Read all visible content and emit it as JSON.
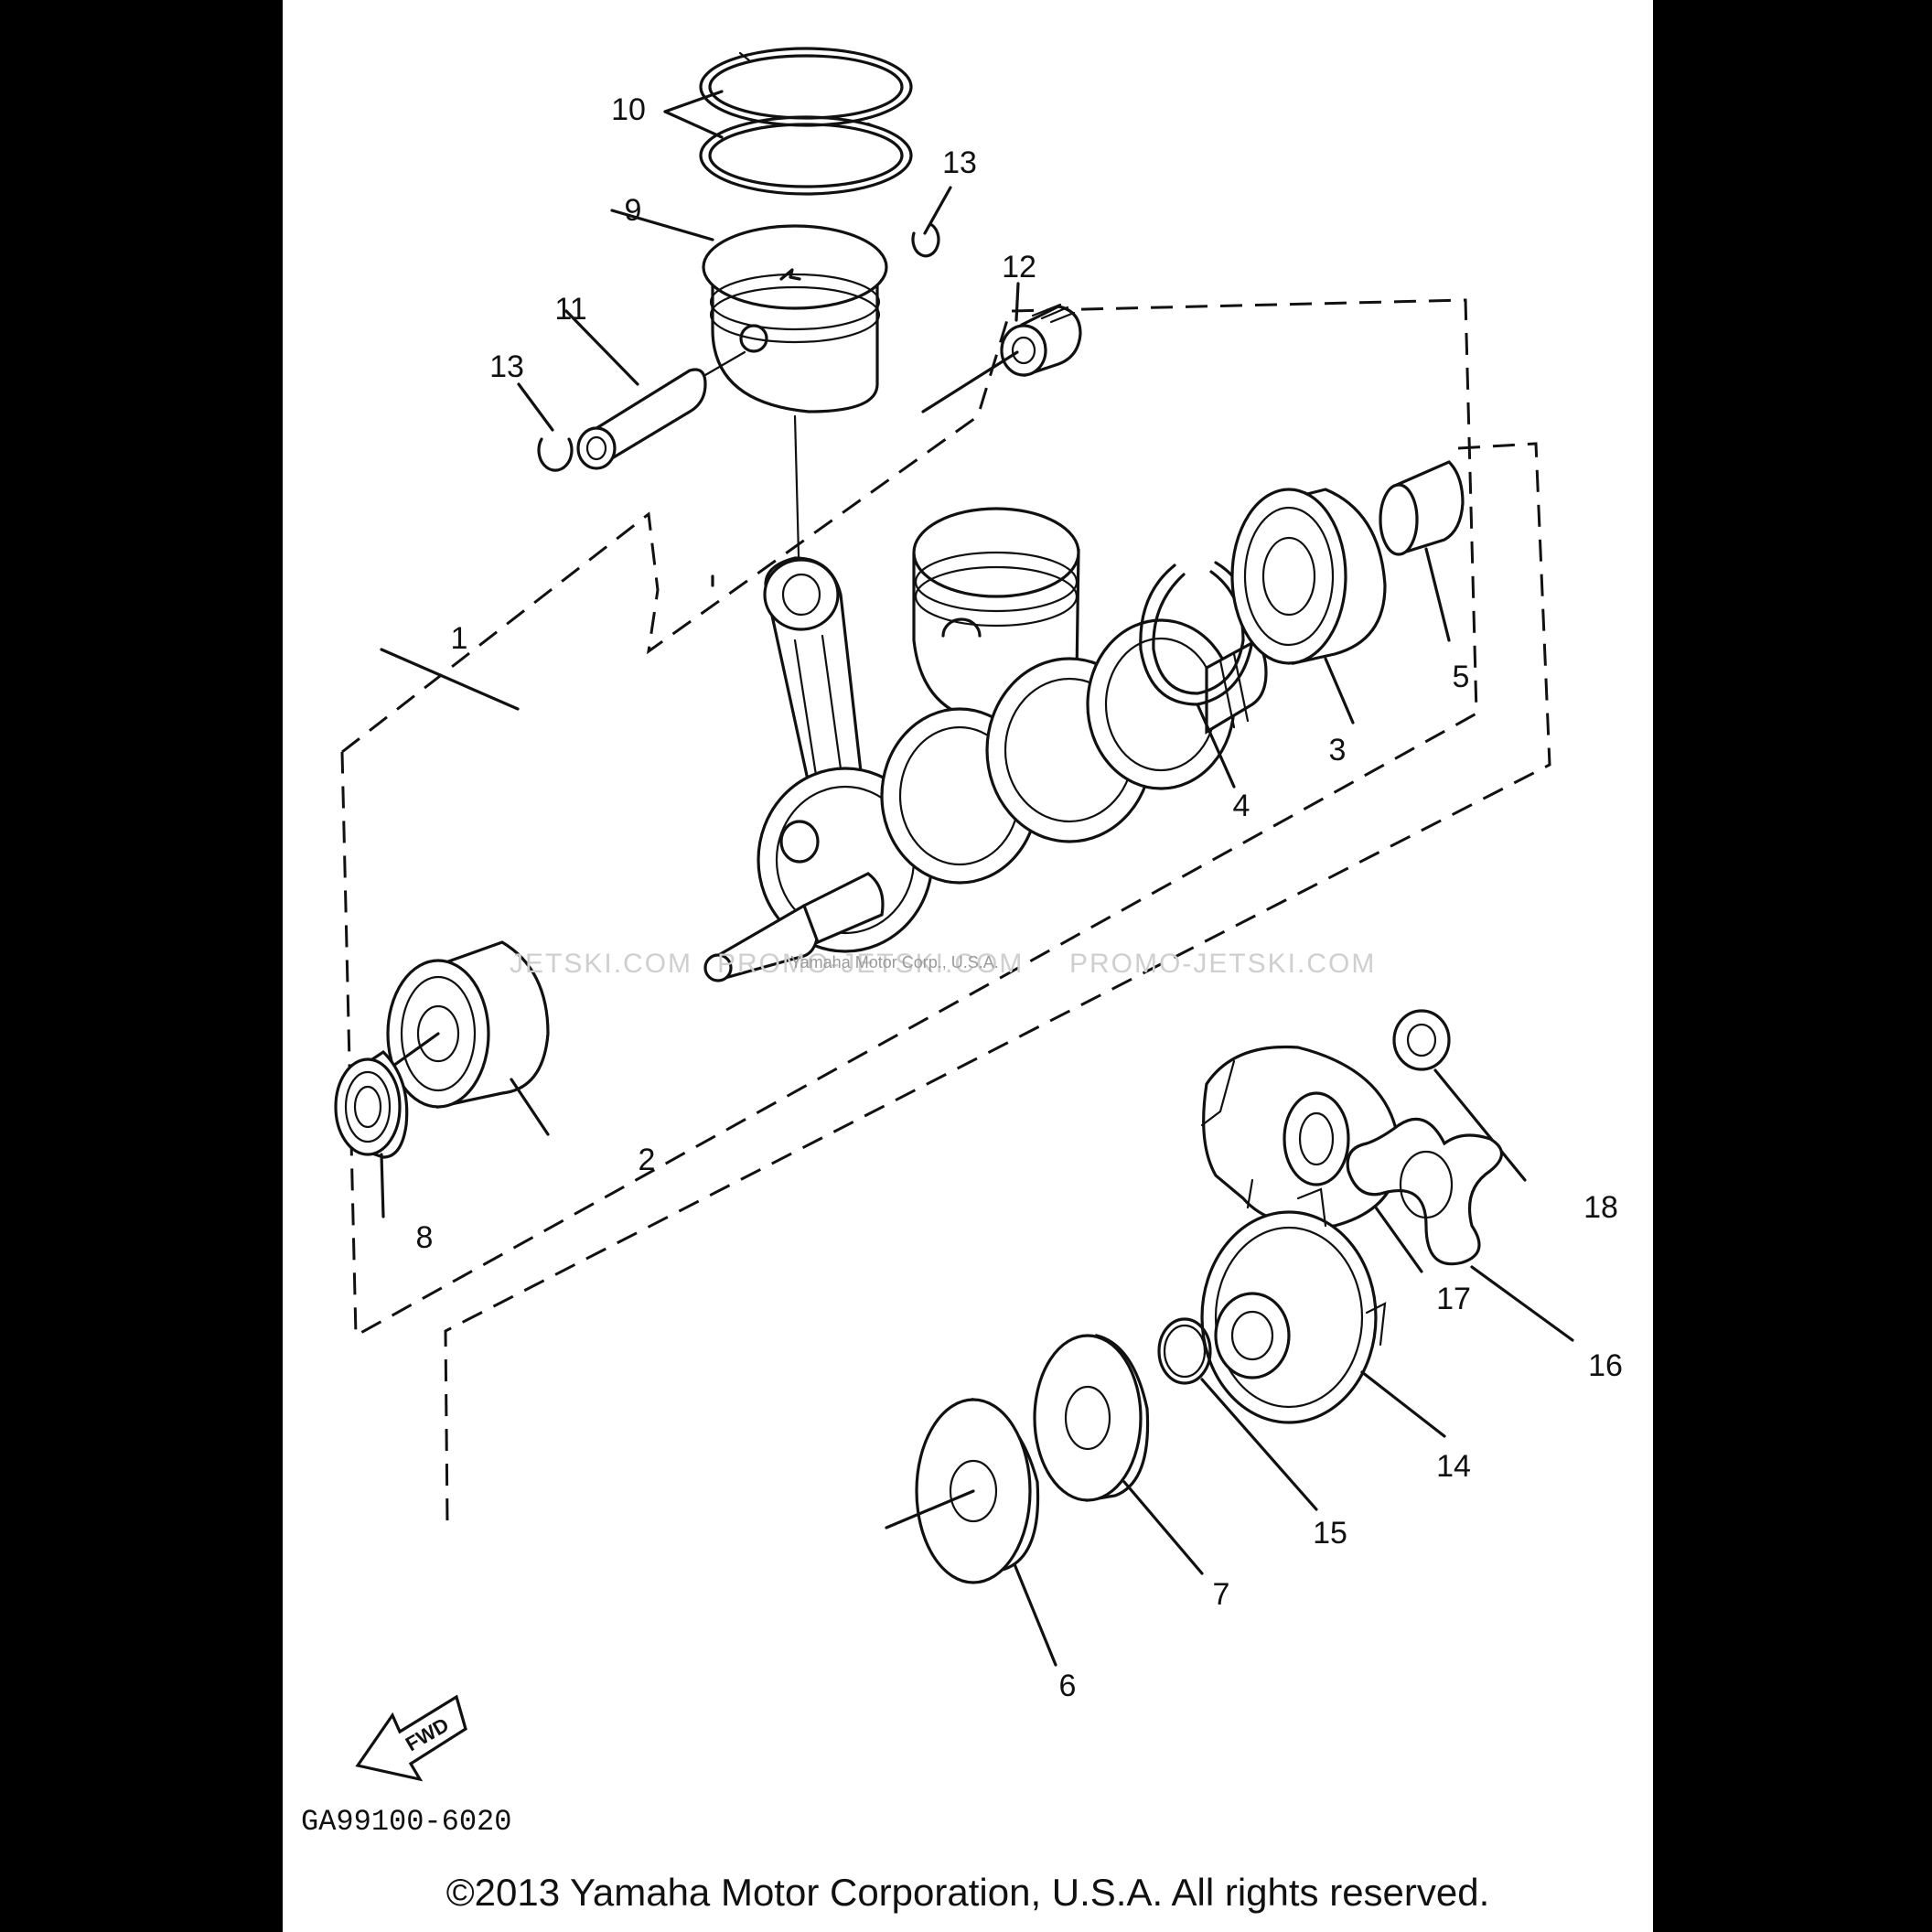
{
  "diagram": {
    "watermark_left": "JETSKI.COM",
    "watermark_mid": "PROMO-JETSKI.COM",
    "watermark_small": "Yamaha Motor Corp., U.S.A.",
    "watermark_right": "PROMO-JETSKI.COM",
    "fwd_label": "FWD",
    "drawing_code": "GA99100-6020",
    "copyright": "©2013 Yamaha Motor Corporation, U.S.A. All rights reserved.",
    "callouts": [
      {
        "id": "1",
        "label": "1"
      },
      {
        "id": "2",
        "label": "2"
      },
      {
        "id": "3",
        "label": "3"
      },
      {
        "id": "4",
        "label": "4"
      },
      {
        "id": "5",
        "label": "5"
      },
      {
        "id": "6",
        "label": "6"
      },
      {
        "id": "7",
        "label": "7"
      },
      {
        "id": "8",
        "label": "8"
      },
      {
        "id": "9",
        "label": "9"
      },
      {
        "id": "10",
        "label": "10"
      },
      {
        "id": "11",
        "label": "11"
      },
      {
        "id": "12",
        "label": "12"
      },
      {
        "id": "13a",
        "label": "13"
      },
      {
        "id": "13b",
        "label": "13"
      },
      {
        "id": "14",
        "label": "14"
      },
      {
        "id": "15",
        "label": "15"
      },
      {
        "id": "16",
        "label": "16"
      },
      {
        "id": "17",
        "label": "17"
      },
      {
        "id": "18",
        "label": "18"
      }
    ]
  }
}
